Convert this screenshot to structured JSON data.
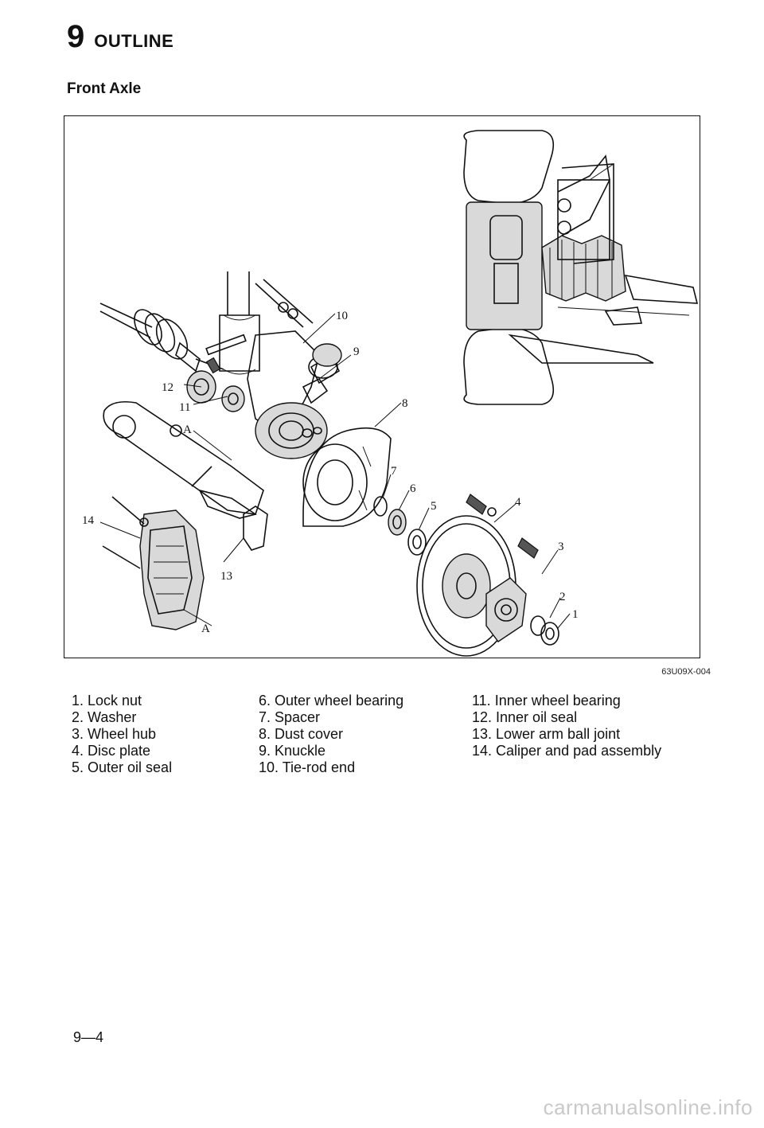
{
  "header": {
    "chapter_number": "9",
    "chapter_title": "OUTLINE"
  },
  "section_title": "Front Axle",
  "figure": {
    "code": "63U09X-004",
    "callouts": [
      "1",
      "2",
      "3",
      "4",
      "5",
      "6",
      "7",
      "8",
      "9",
      "10",
      "11",
      "12",
      "13",
      "14",
      "A",
      "A"
    ]
  },
  "legend": {
    "col1": [
      "1. Lock nut",
      "2. Washer",
      "3. Wheel hub",
      "4. Disc plate",
      "5. Outer oil seal"
    ],
    "col2": [
      "6. Outer wheel bearing",
      "7. Spacer",
      "8. Dust cover",
      "9. Knuckle",
      "10. Tie-rod end"
    ],
    "col3": [
      "11. Inner wheel bearing",
      "12. Inner oil seal",
      "13. Lower arm ball joint",
      "14. Caliper and pad assembly"
    ]
  },
  "footer": {
    "page_number": "9—4"
  },
  "watermark": "carmanualsonline.info"
}
